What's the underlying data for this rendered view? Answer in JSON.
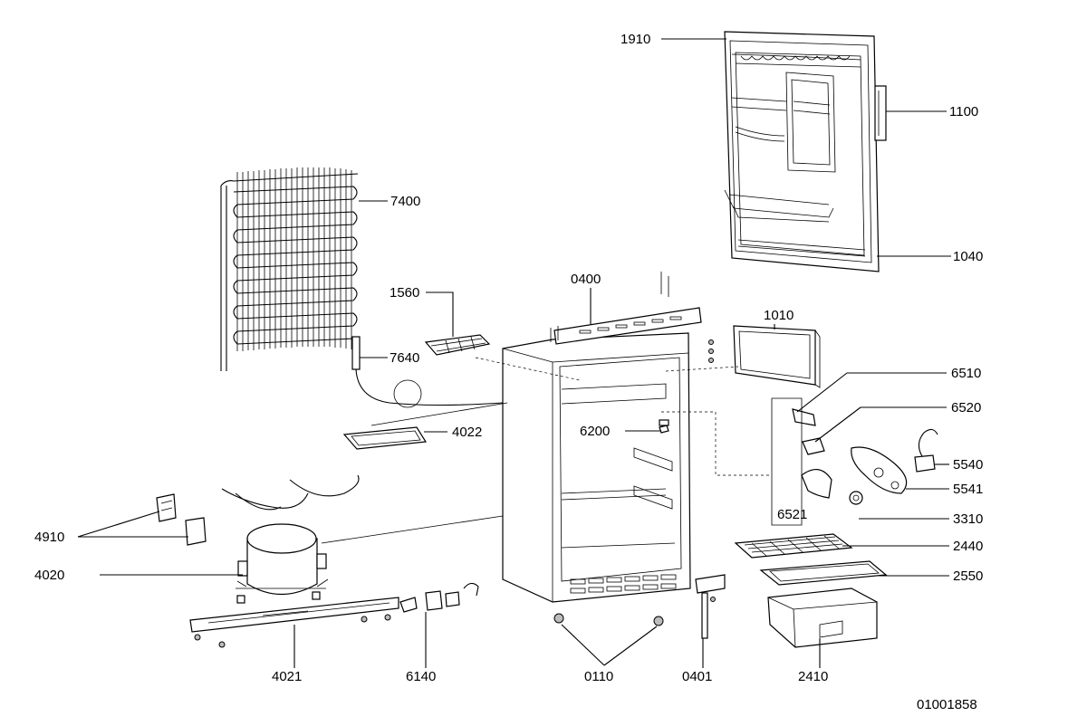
{
  "diagram": {
    "drawing_number": "01001858",
    "part_labels": {
      "p1910": "1910",
      "p1100": "1100",
      "p1040": "1040",
      "p7400": "7400",
      "p0400": "0400",
      "p1010": "1010",
      "p1560": "1560",
      "p7640": "7640",
      "p6510": "6510",
      "p6520": "6520",
      "p4022": "4022",
      "p6200": "6200",
      "p5540": "5540",
      "p5541": "5541",
      "p4910": "4910",
      "p6521": "6521",
      "p3310": "3310",
      "p2440": "2440",
      "p4020": "4020",
      "p2550": "2550",
      "p4021": "4021",
      "p6140": "6140",
      "p0110": "0110",
      "p0401": "0401",
      "p2410": "2410"
    }
  }
}
